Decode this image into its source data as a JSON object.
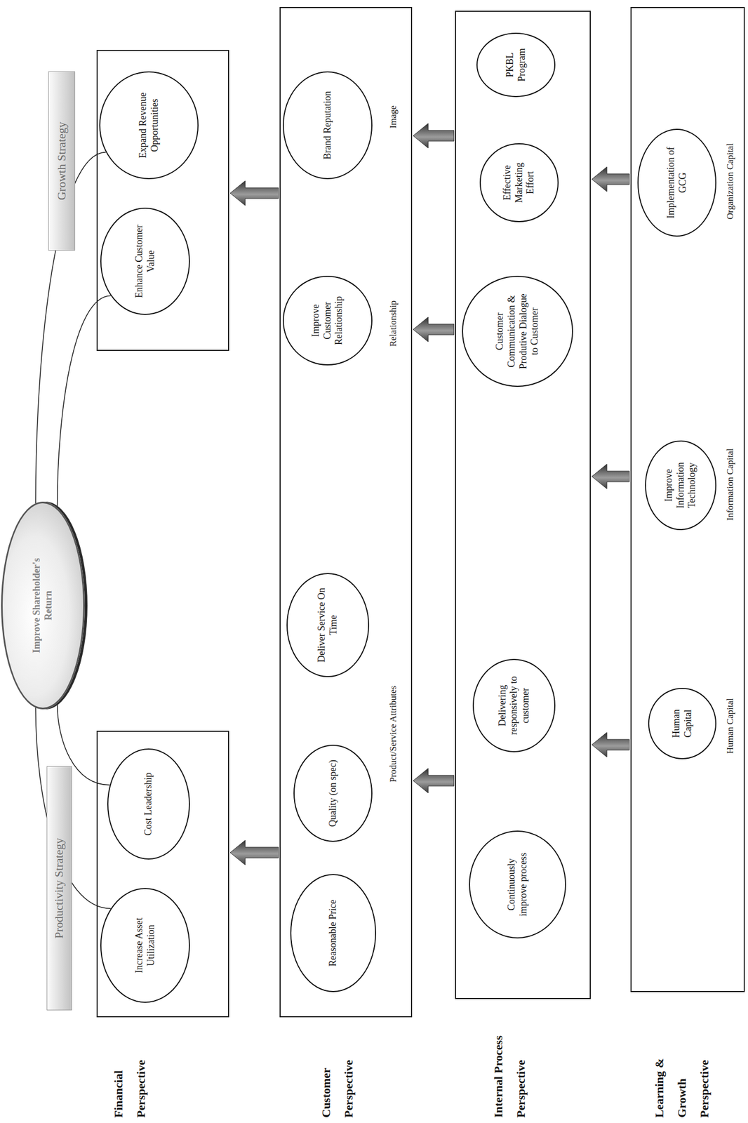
{
  "diagram": {
    "nodes": [
      {
        "text": [
          "Productivity Strategy"
        ]
      },
      {
        "text": [
          "Increase Asset Utilization"
        ],
        "in": 0
      },
      {
        "text": [
          "Cost Leadership"
        ],
        "in": 0
      },
      {
        "text": [
          "Improve Shareholder's Return"
        ]
      },
      {
        "text": [
          "Growth Strategy"
        ]
      },
      {
        "text": [
          "Enhance Customer Value"
        ],
        "in": 4
      },
      {
        "text": [
          "Expand Revenue Opportunities"
        ],
        "in": 4
      },
      {
        "text": [
          "Customer Perspective",
          "Product/Service Attributes",
          "Relationship",
          "Image"
        ]
      },
      {
        "text": [
          "Reasonable Price"
        ],
        "in": 7
      },
      {
        "text": [
          "Quality (on spec)"
        ],
        "in": 7
      },
      {
        "text": [
          "Deliver Service On Time"
        ],
        "in": 7
      },
      {
        "text": [
          "Improve Customer Relationship"
        ],
        "in": 7
      },
      {
        "text": [
          "Brand Reputation"
        ],
        "in": 7
      },
      {
        "text": [
          "Internal Process Perspective"
        ]
      },
      {
        "text": [
          "Continuously improve process"
        ],
        "in": 13
      },
      {
        "text": [
          "Delivering responsively to customer"
        ],
        "in": 13
      },
      {
        "text": [
          "Customer Communication & Produtive Dialogue to Customer"
        ],
        "in": 13
      },
      {
        "text": [
          "Effective Marketing Effort"
        ],
        "in": 13
      },
      {
        "text": [
          "PKBL Program"
        ],
        "in": 13
      },
      {
        "text": [
          "Learning & Growth Perspective",
          "Human Capital",
          "Information Capital",
          "Organization Capital"
        ]
      },
      {
        "text": [
          "Human Capital"
        ],
        "in": 19
      },
      {
        "text": [
          "Improve Information Technology"
        ],
        "in": 19
      },
      {
        "text": [
          "Implementation of GCG"
        ],
        "in": 19
      }
    ],
    "edges": [
      {
        "from": 3,
        "to": 1,
        "arrow": "none"
      },
      {
        "from": 3,
        "to": 2,
        "arrow": "none"
      },
      {
        "from": 3,
        "to": 5,
        "arrow": "none"
      },
      {
        "from": 3,
        "to": 6,
        "arrow": "none"
      },
      {
        "from": 7,
        "to": 0,
        "arrow": "to"
      },
      {
        "from": 7,
        "to": 4,
        "arrow": "to"
      },
      {
        "from": 13,
        "to": 7,
        "arrow": "to"
      },
      {
        "from": 13,
        "to": 7,
        "arrow": "to"
      },
      {
        "from": 13,
        "to": 7,
        "arrow": "to"
      },
      {
        "from": 19,
        "to": 13,
        "arrow": "to"
      },
      {
        "from": 19,
        "to": 13,
        "arrow": "to"
      },
      {
        "from": 19,
        "to": 13,
        "arrow": "to"
      }
    ],
    "labels": [
      "Financial Perspective"
    ]
  }
}
